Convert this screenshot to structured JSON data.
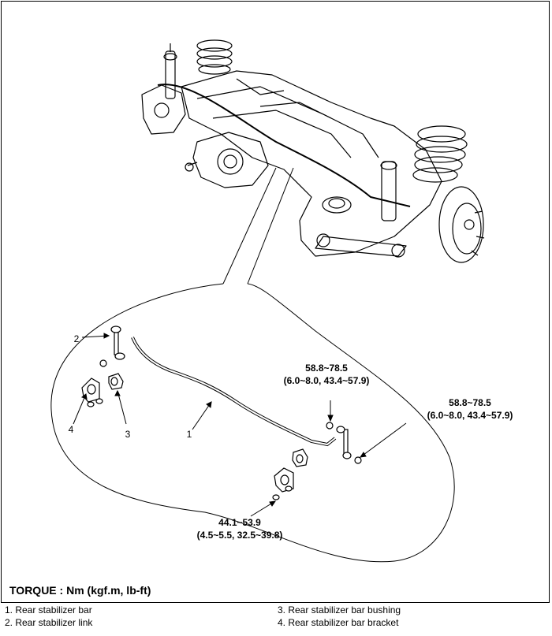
{
  "callouts": {
    "c1": "1",
    "c2": "2",
    "c3": "3",
    "c4": "4"
  },
  "torques": {
    "link_upper_value": "58.8~78.5",
    "link_upper_detail": "(6.0~8.0, 43.4~57.9)",
    "link_right_value": "58.8~78.5",
    "link_right_detail": "(6.0~8.0, 43.4~57.9)",
    "bracket_value": "44.1~53.9",
    "bracket_detail": "(4.5~5.5, 32.5~39.8)"
  },
  "torque_unit_label": "TORQUE : Nm (kgf.m, lb-ft)",
  "legend": [
    "1. Rear stabilizer bar",
    "2. Rear stabilizer link",
    "3. Rear stabilizer bar bushing",
    "4. Rear stabilizer bar bracket"
  ]
}
